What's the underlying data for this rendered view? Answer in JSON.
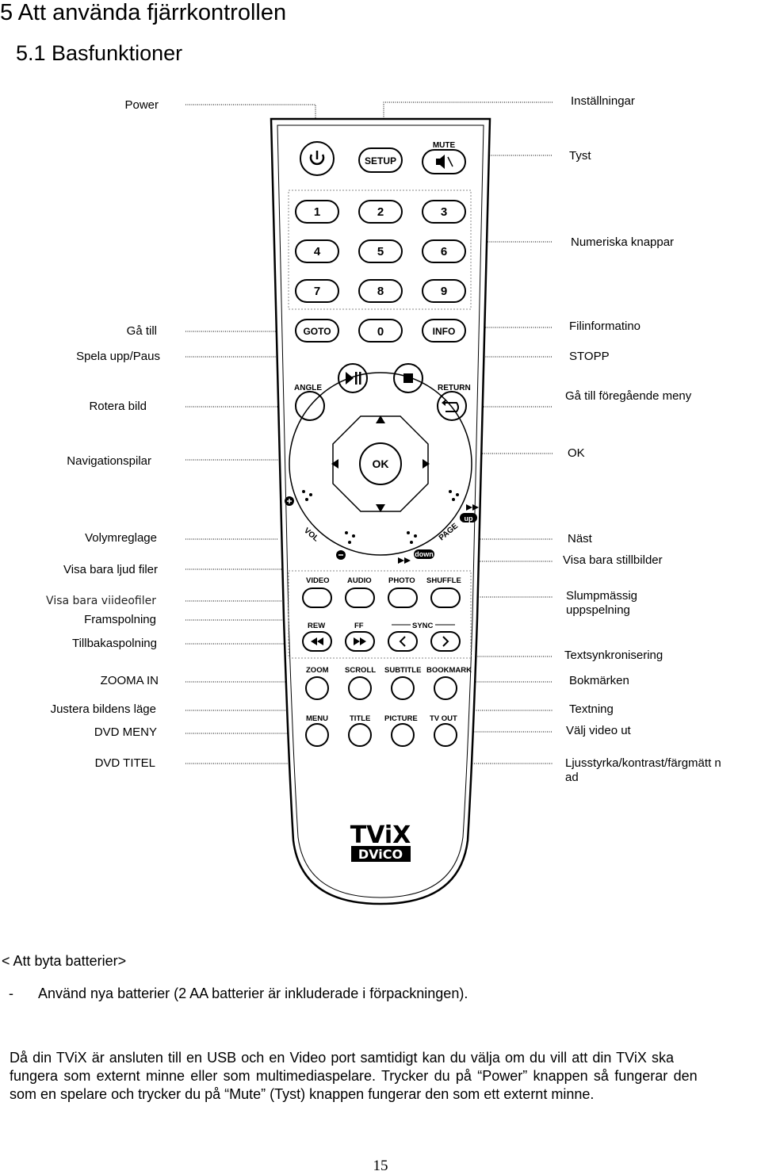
{
  "heading": {
    "chapter": "5 Att använda fjärrkontrollen",
    "section": "5.1 Basfunktioner"
  },
  "left_labels": [
    "Power",
    "Gå till",
    "Spela upp/Paus",
    "Rotera bild",
    "Navigationspilar",
    "Volymreglage",
    "Visa bara ljud filer",
    "Visa bara viideofiler",
    "Framspolning",
    "Tillbakaspolning",
    "ZOOMA IN",
    "Justera bildens läge",
    "DVD MENY",
    "DVD TITEL"
  ],
  "right_labels": [
    "Inställningar",
    "Tyst",
    "Numeriska knappar",
    "Filinformatino",
    "STOPP",
    "Gå till föregående meny",
    "OK",
    "Näst",
    "Visa bara stillbilder",
    "Slumpmässig uppspelning",
    "Textsynkronisering",
    "Bokmärken",
    "Textning",
    "Välj video ut",
    "Ljusstyrka/kontrast/färgmätt nad"
  ],
  "remote": {
    "top_buttons": [
      "SETUP",
      "MUTE"
    ],
    "numbers": [
      "1",
      "2",
      "3",
      "4",
      "5",
      "6",
      "7",
      "8",
      "9"
    ],
    "row_goto": [
      "GOTO",
      "0",
      "INFO"
    ],
    "labels_small": [
      "ANGLE",
      "RETURN",
      "OK",
      "VOL",
      "PAGE",
      "up",
      "down"
    ],
    "row_media": [
      "VIDEO",
      "AUDIO",
      "PHOTO",
      "SHUFFLE"
    ],
    "row_seek": [
      "REW",
      "FF",
      "SYNC"
    ],
    "row_zoom": [
      "ZOOM",
      "SCROLL",
      "SUBTITLE",
      "BOOKMARK"
    ],
    "row_menu": [
      "MENU",
      "TITLE",
      "PICTURE",
      "TV OUT"
    ],
    "logo_top": "TViX",
    "logo_bottom": "DViCO"
  },
  "battery": {
    "title": "< Att byta batterier>",
    "bullet_dash": "-",
    "bullet": "Använd nya batterier (2 AA batterier är inkluderade i förpackningen).",
    "para_lines": [
      "Då din TViX är ansluten till en USB och en Video port samtidigt kan du välja om du vill att din TViX ska",
      "fungera som externt minne eller som multimediaspelare. Trycker du på  “Power”  knappen så fungerar den",
      "som en spelare och trycker du på “Mute” (Tyst) knappen fungerar den som ett externt minne."
    ]
  },
  "page_number": "15"
}
